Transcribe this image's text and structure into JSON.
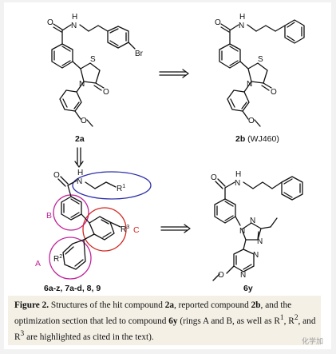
{
  "compounds": {
    "c2a": {
      "label": "2a",
      "atoms": {
        "amide_o": "O",
        "amide_nh": "N",
        "amide_h": "H",
        "br": "Br",
        "ring_s": "S",
        "ring_n": "N",
        "ring_o": "O",
        "ome_o": "O"
      }
    },
    "c2b": {
      "label": "2b",
      "label_extra": " (WJ460)",
      "atoms": {
        "amide_o": "O",
        "amide_nh": "N",
        "amide_h": "H",
        "ring_s": "S",
        "ring_n": "N",
        "ring_o": "O",
        "ome_o": "O"
      }
    },
    "c6": {
      "label": "6a-z, 7a-d, 8, 9",
      "atoms": {
        "amide_o": "O",
        "amide_nh": "N",
        "amide_h": "H",
        "r1": "R",
        "r1_sup": "1",
        "r2": "R",
        "r2_sup": "2",
        "r3": "R",
        "r3_sup": "3"
      }
    },
    "c6y": {
      "label": "6y",
      "atoms": {
        "amide_o": "O",
        "amide_nh": "N",
        "amide_h": "H",
        "t_n1": "N",
        "t_n2": "N",
        "t_n4": "N",
        "p_n1": "N",
        "p_n3": "N",
        "ome_o": "O"
      }
    }
  },
  "region_labels": {
    "a": "A",
    "b": "B",
    "c": "C"
  },
  "colors": {
    "ring_a_b": "#c0259b",
    "ring_c": "#d1261f",
    "r1_region": "#2b2fa8",
    "caption_bg": "#f4f0e6"
  },
  "caption": {
    "prefix": "Figure 2.",
    "t1": " Structures of the hit compound ",
    "c1": "2a",
    "t2": ", reported compound ",
    "c2": "2b",
    "t3": ", and the optimization section that led to compound ",
    "c3": "6y",
    "t4": " (rings A and B, as well as R",
    "s1": "1",
    "t5": ", R",
    "s2": "2",
    "t6": ", and R",
    "s3": "3",
    "t7": " are highlighted as cited in the text)."
  },
  "watermark": "化学加"
}
